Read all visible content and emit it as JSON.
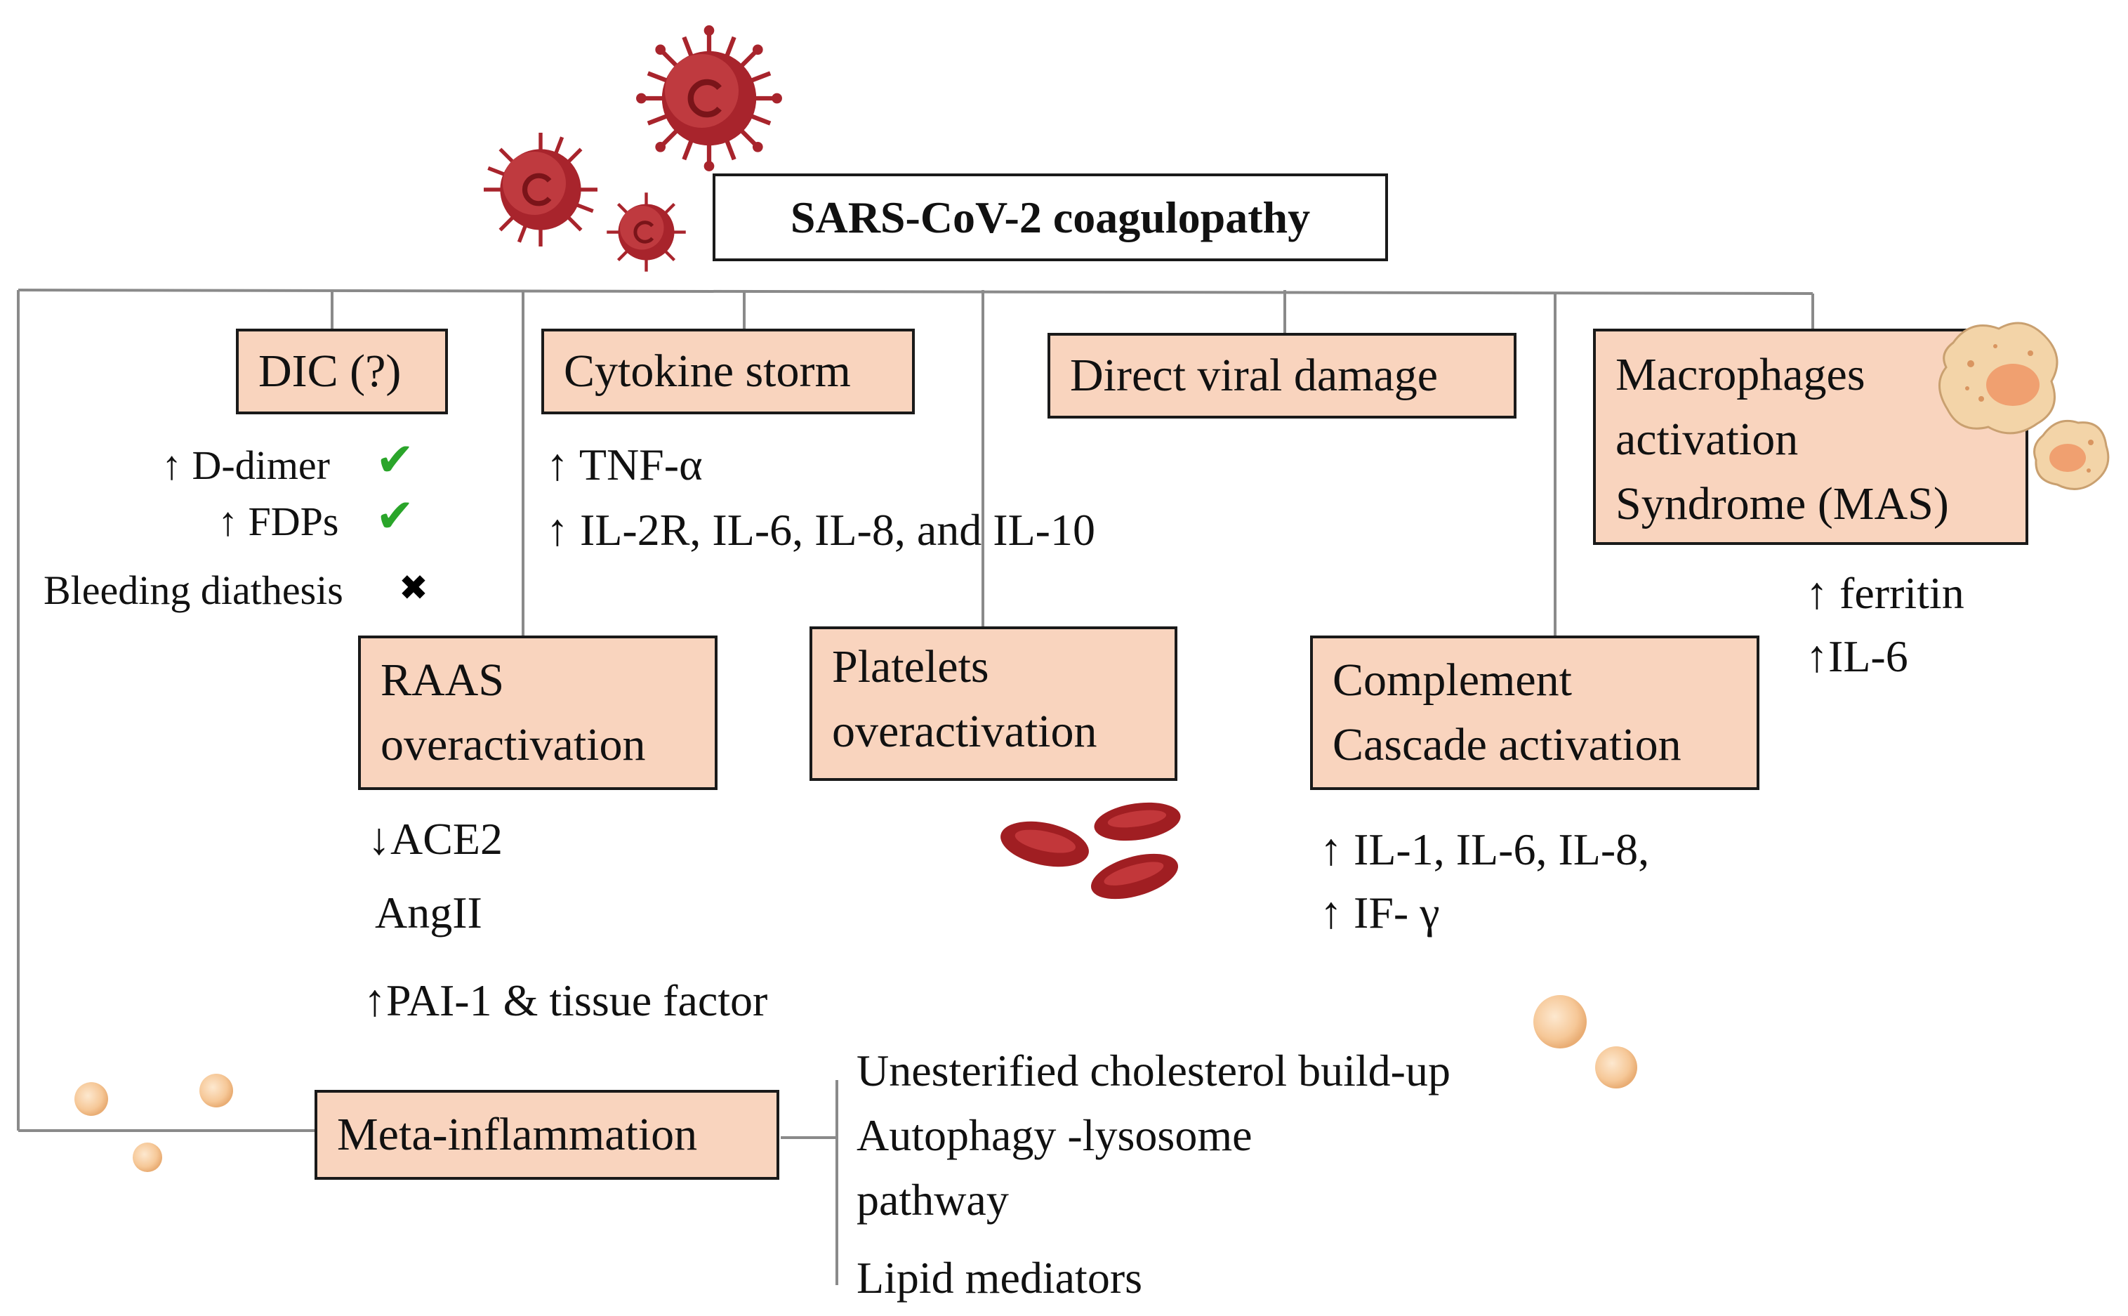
{
  "title": "SARS-CoV-2 coagulopathy",
  "boxes": {
    "dic": "DIC (?)",
    "cytokine": "Cytokine storm",
    "viral": "Direct viral damage",
    "mas": [
      "Macrophages",
      "activation",
      "Syndrome (MAS)"
    ],
    "raas": [
      "RAAS",
      "overactivation"
    ],
    "platelets": [
      "Platelets",
      "overactivation"
    ],
    "complement": [
      "Complement",
      "Cascade activation"
    ],
    "meta": "Meta-inflammation"
  },
  "dic_findings": [
    "↑ D-dimer",
    "↑ FDPs",
    "Bleeding diathesis"
  ],
  "dic_marks": [
    "✔",
    "✔",
    "✖"
  ],
  "cytokine_findings": [
    "↑ TNF-α",
    "↑ IL-2R, IL-6, IL-8, and IL-10"
  ],
  "mas_findings": [
    "↑ ferritin",
    "↑IL-6"
  ],
  "raas_findings": [
    "↓ACE2",
    "AngII",
    "↑PAI-1 & tissue factor"
  ],
  "complement_findings": [
    "↑ IL-1, IL-6, IL-8,",
    "↑ IF- γ"
  ],
  "meta_findings": [
    "Unesterified cholesterol build-up",
    "Autophagy -lysosome",
    "pathway",
    "Lipid mediators"
  ],
  "icons": [
    "virus-icon",
    "macrophage-icon",
    "red-blood-cell-icon",
    "lipid-droplet-icon"
  ],
  "colors": {
    "box_fill": "#f9d4be",
    "virus": "#a8242c",
    "rbc": "#a01e22",
    "check": "#2aa52a",
    "lipid": "#f6c898"
  }
}
